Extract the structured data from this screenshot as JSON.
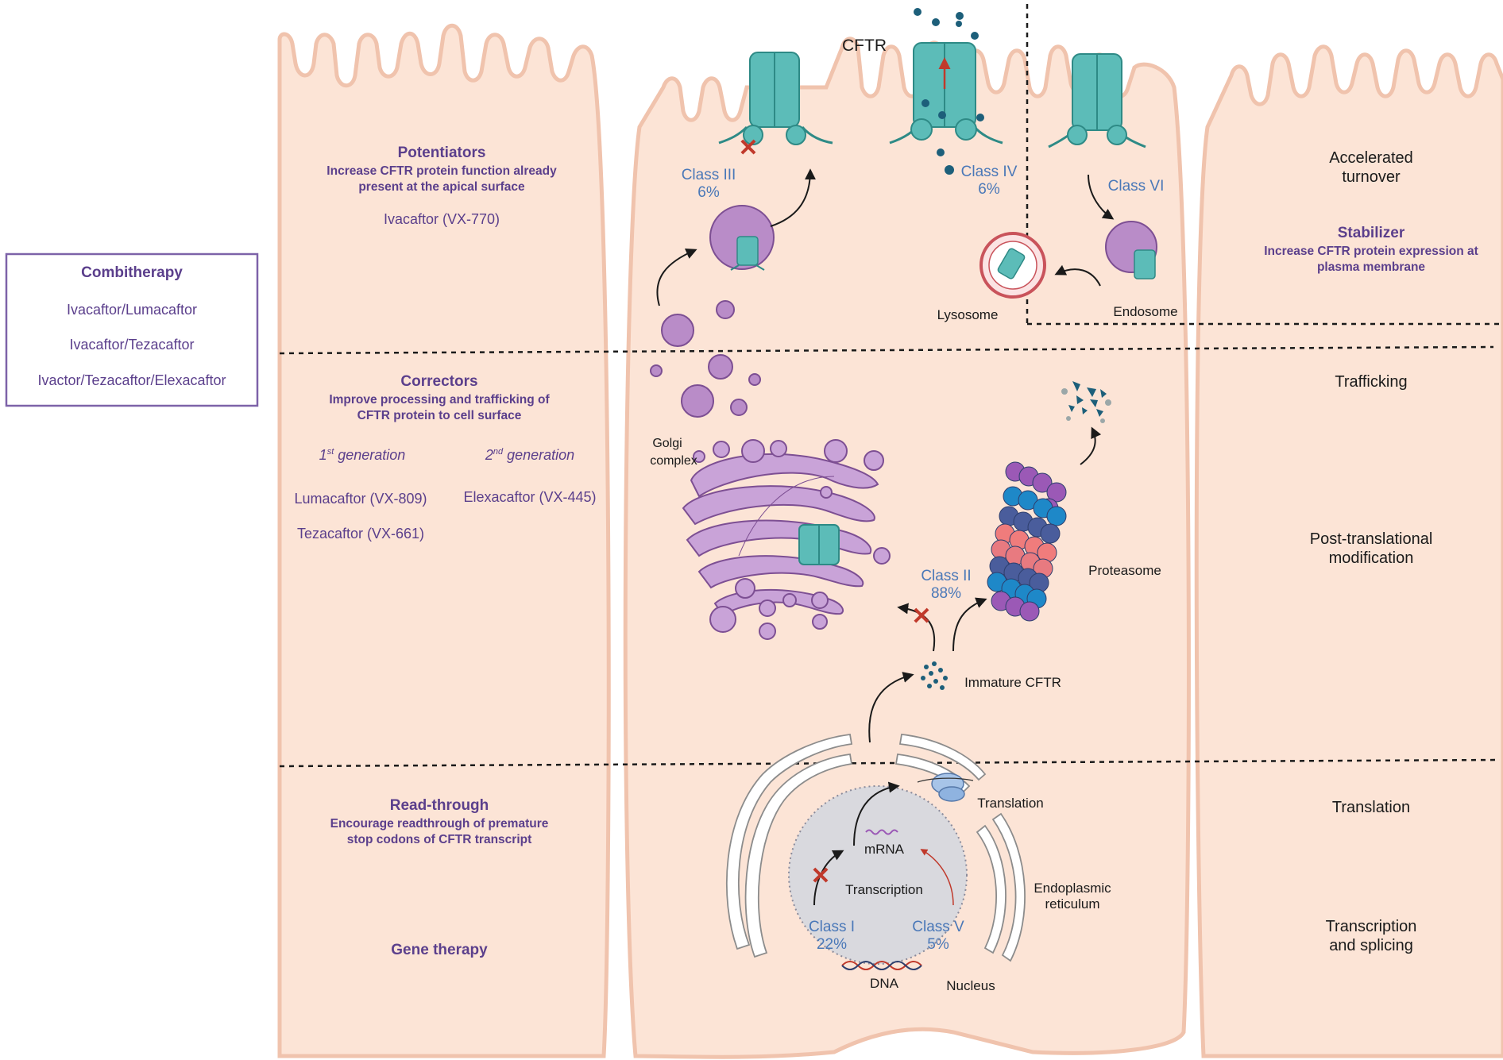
{
  "combitherapy": {
    "title": "Combitherapy",
    "items": [
      "Ivacaftor/Lumacaftor",
      "Ivacaftor/Tezacaftor",
      "Ivactor/Tezacaftor/Elexacaftor"
    ]
  },
  "potentiators": {
    "title": "Potentiators",
    "desc_line1": "Increase CFTR protein function already",
    "desc_line2": "present at the apical surface",
    "drug": "Ivacaftor (VX-770)"
  },
  "correctors": {
    "title": "Correctors",
    "desc_line1": "Improve processing and trafficking of",
    "desc_line2": "CFTR protein to cell surface",
    "gen1": {
      "num": "1",
      "sup": "st",
      "rest": " generation"
    },
    "gen2": {
      "num": "2",
      "sup": "nd",
      "rest": " generation"
    },
    "drug1": "Lumacaftor (VX-809)",
    "drug2": "Tezacaftor (VX-661)",
    "drug3": "Elexacaftor (VX-445)"
  },
  "readthrough": {
    "title": "Read-through",
    "desc_line1": "Encourage readthrough of premature",
    "desc_line2": "stop codons of CFTR transcript"
  },
  "gene_therapy": {
    "title": "Gene therapy"
  },
  "cell": {
    "cftr": "CFTR",
    "class3": {
      "name": "Class III",
      "pct": "6%"
    },
    "class4": {
      "name": "Class IV",
      "pct": "6%"
    },
    "class6": {
      "name": "Class VI"
    },
    "class2": {
      "name": "Class II",
      "pct": "88%"
    },
    "class1": {
      "name": "Class I",
      "pct": "22%"
    },
    "class5": {
      "name": "Class V",
      "pct": "5%"
    },
    "lysosome": "Lysosome",
    "endosome": "Endosome",
    "golgi_line1": "Golgi",
    "golgi_line2": "complex",
    "proteasome": "Proteasome",
    "immature": "Immature CFTR",
    "translation": "Translation",
    "mrna": "mRNA",
    "transcription": "Transcription",
    "er_line1": "Endoplasmic",
    "er_line2": "reticulum",
    "dna": "DNA",
    "nucleus": "Nucleus"
  },
  "right": {
    "accel_line1": "Accelerated",
    "accel_line2": "turnover",
    "stabilizer": "Stabilizer",
    "stab_desc1": "Increase CFTR protein expression at",
    "stab_desc2": "plasma membrane",
    "trafficking": "Trafficking",
    "ptm_line1": "Post-translational",
    "ptm_line2": "modification",
    "translation": "Translation",
    "trans_line1": "Transcription",
    "trans_line2": "and splicing"
  },
  "colors": {
    "cell_fill": "#fce4d6",
    "cell_stroke": "#f0c3ad",
    "purple_text": "#5b3f8c",
    "blue_text": "#4a78b8",
    "cftr_teal": "#5cbcb8",
    "organelle_purple": "#b98cc8",
    "red_x": "#c0392b"
  }
}
